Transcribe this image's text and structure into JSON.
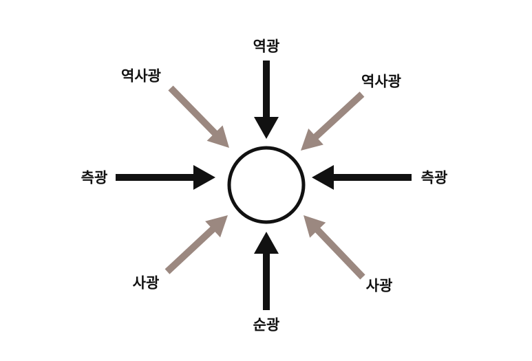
{
  "diagram": {
    "subject": "circle",
    "colors": {
      "direct": "#111111",
      "diagonal": "#9b8880",
      "circle_stroke": "#111111",
      "circle_fill": "#ffffff"
    },
    "labels": {
      "top": "역광",
      "top_left": "역사광",
      "top_right": "역사광",
      "left": "측광",
      "right": "측광",
      "bottom_left": "사광",
      "bottom_right": "사광",
      "bottom": "순광"
    },
    "arrows": [
      {
        "id": "top",
        "kind": "direct"
      },
      {
        "id": "top_left",
        "kind": "diagonal"
      },
      {
        "id": "top_right",
        "kind": "diagonal"
      },
      {
        "id": "left",
        "kind": "direct"
      },
      {
        "id": "right",
        "kind": "direct"
      },
      {
        "id": "bottom_left",
        "kind": "diagonal"
      },
      {
        "id": "bottom_right",
        "kind": "diagonal"
      },
      {
        "id": "bottom",
        "kind": "direct"
      }
    ]
  }
}
